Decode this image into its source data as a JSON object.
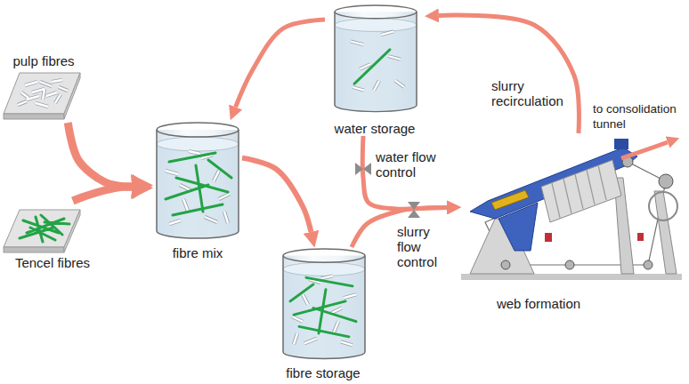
{
  "diagram": {
    "nodes": [
      {
        "text": [
          "pulp fibres"
        ]
      },
      {
        "text": [
          "Tencel fibres"
        ]
      },
      {
        "text": [
          "fibre mix"
        ]
      },
      {
        "text": [
          "water storage"
        ]
      },
      {
        "text": [
          "fibre storage"
        ]
      },
      {
        "text": [
          "web formation"
        ]
      }
    ],
    "edges": [
      {
        "from": 0,
        "to": 2,
        "arrow": "to"
      },
      {
        "from": 1,
        "to": 2,
        "arrow": "to"
      },
      {
        "from": 2,
        "to": 4,
        "arrow": "to"
      },
      {
        "from": 3,
        "to": 2,
        "arrow": "to"
      },
      {
        "from": 4,
        "to": 5,
        "arrow": "to",
        "label": "slurry flow control"
      },
      {
        "from": 3,
        "to": 5,
        "arrow": "to",
        "label": "water flow control"
      },
      {
        "from": 5,
        "to": 3,
        "arrow": "to",
        "label": "slurry recirculation"
      }
    ],
    "labels": [
      "to consolidation tunnel"
    ]
  }
}
